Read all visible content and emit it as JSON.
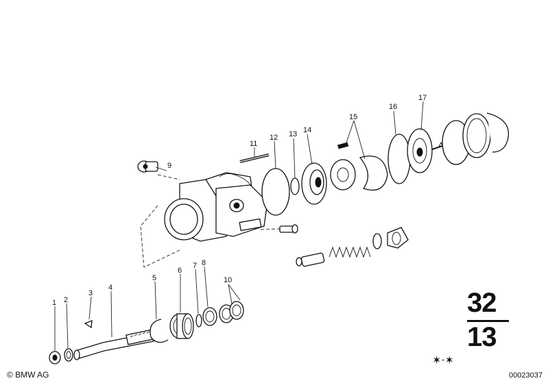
{
  "callouts": [
    "1",
    "2",
    "3",
    "4",
    "5",
    "6",
    "7",
    "8",
    "9",
    "10",
    "11",
    "12",
    "13",
    "14",
    "15",
    "16",
    "17"
  ],
  "group": {
    "main": "32",
    "sub": "13"
  },
  "footer": {
    "copyright": "© BMW AG",
    "doc_number": "00023037",
    "marks": "✶·✶"
  }
}
